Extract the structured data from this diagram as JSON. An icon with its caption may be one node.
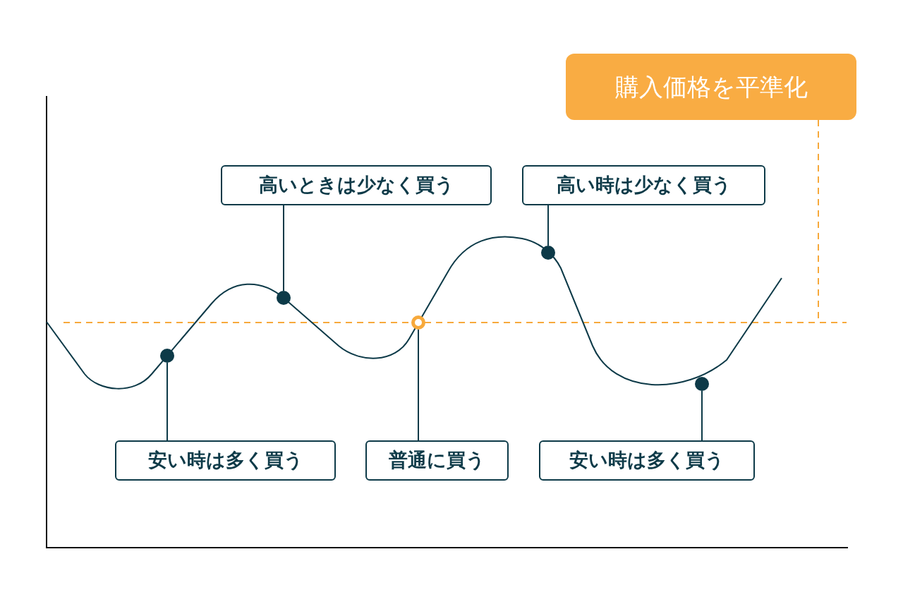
{
  "diagram": {
    "nodes": [
      {
        "text": [
          "購入価格を平準化"
        ]
      },
      {
        "text": [
          "高いときは少なく買う"
        ]
      },
      {
        "text": [
          "高い時は少なく買う"
        ]
      },
      {
        "text": [
          "安い時は多く買う"
        ]
      },
      {
        "text": [
          "普通に買う"
        ]
      },
      {
        "text": [
          "安い時は多く買う"
        ]
      },
      {
        "text": [],
        "shape": "circle"
      },
      {
        "text": [],
        "shape": "circle"
      },
      {
        "text": [],
        "shape": "ring"
      },
      {
        "text": [],
        "shape": "circle"
      },
      {
        "text": [],
        "shape": "circle"
      }
    ],
    "edges": [
      {
        "from": 3,
        "to": 6,
        "arrow": "none"
      },
      {
        "from": 1,
        "to": 7,
        "arrow": "none"
      },
      {
        "from": 4,
        "to": 8,
        "arrow": "none"
      },
      {
        "from": 2,
        "to": 9,
        "arrow": "none"
      },
      {
        "from": 5,
        "to": 10,
        "arrow": "none"
      },
      {
        "from": 0,
        "to": null,
        "arrow": "none",
        "style": "dashed",
        "color": "#f7a93b"
      }
    ]
  }
}
